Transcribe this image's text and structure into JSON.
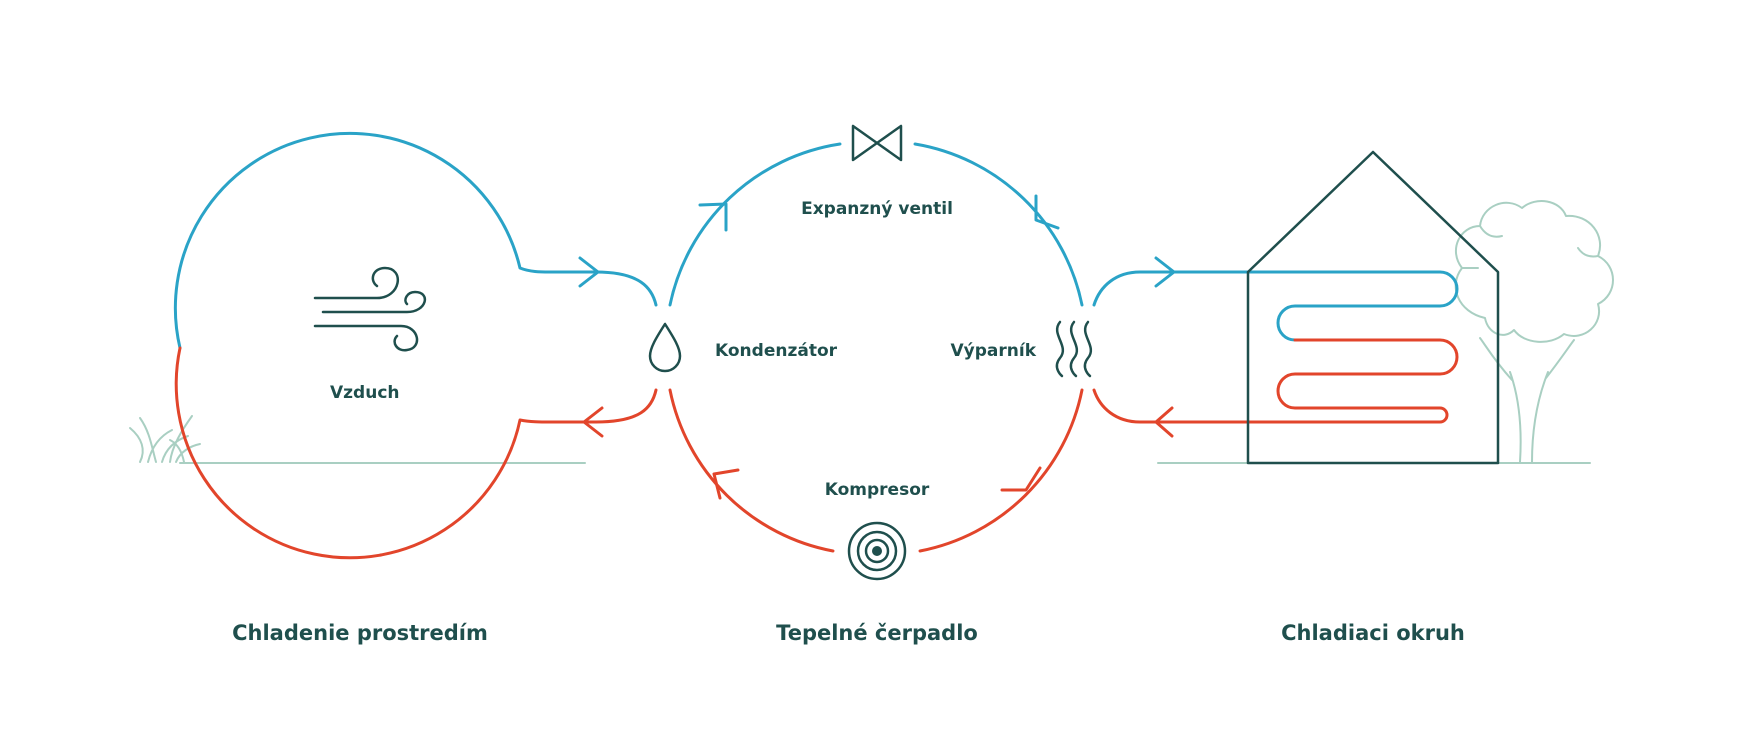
{
  "labels": {
    "air": "Vzduch",
    "condenser": "Kondenzátor",
    "evaporator": "Výparník",
    "expansion_valve": "Expanzný ventil",
    "compressor": "Kompresor"
  },
  "sections": {
    "left": "Chladenie prostredím",
    "middle": "Tepelné čerpadlo",
    "right": "Chladiaci okruh"
  },
  "icons": {
    "air": "wind-icon",
    "condenser": "water-drop-icon",
    "evaporator": "heat-waves-icon",
    "expansion_valve": "valve-icon",
    "compressor": "compressor-icon"
  },
  "colors": {
    "cold": "#2aa3c7",
    "hot": "#e2452b",
    "dark": "#1f4f4d",
    "light": "#a9cfc2"
  }
}
